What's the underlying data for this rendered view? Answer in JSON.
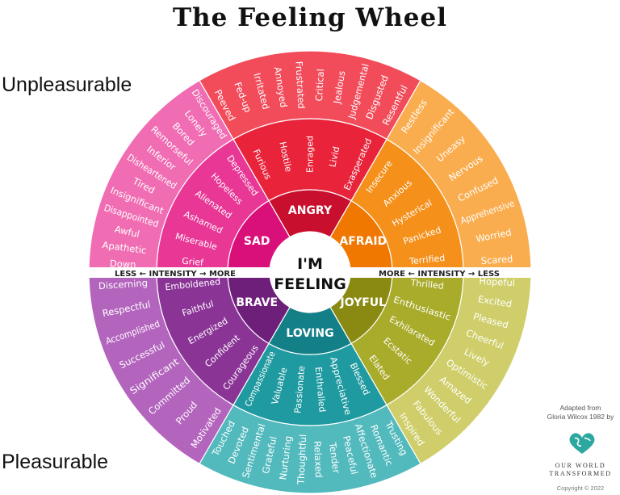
{
  "title": "The Feeling Wheel",
  "label_top": "Unpleasurable",
  "label_bottom": "Pleasurable",
  "center": [
    "I'M",
    "FEELING"
  ],
  "intensity_left": "LESS ← INTENSITY → MORE",
  "intensity_right": "MORE ← INTENSITY → LESS",
  "credit_line1": "Adapted from",
  "credit_line2": "Gloria Wilcox 1982 by",
  "brand_line1": "OUR WORLD",
  "brand_line2": "TRANSFORMED",
  "copyright": "Copyright © 2022",
  "emotions": [
    {
      "core": "ANGRY",
      "colors": [
        "#c8102e",
        "#e8233a",
        "#f24c5a"
      ],
      "middle": [
        "Furious",
        "Hostile",
        "Enraged",
        "Livid",
        "Exasperated"
      ],
      "outer": [
        "Peeved",
        "Fed-up",
        "Irritated",
        "Annoyed",
        "Frustrated",
        "Critical",
        "Jealous",
        "Judgemental",
        "Disgusted",
        "Resentful"
      ]
    },
    {
      "core": "AFRAID",
      "colors": [
        "#f07800",
        "#f5901a",
        "#f9ad4f"
      ],
      "middle": [
        "Insecure",
        "Anxious",
        "Hysterical",
        "Panicked",
        "Terrified"
      ],
      "outer": [
        "Restless",
        "Insignificant",
        "Uneasy",
        "Nervous",
        "Confused",
        "Apprehensive",
        "Worried",
        "Scared"
      ]
    },
    {
      "core": "JOYFUL",
      "colors": [
        "#8a8a12",
        "#a9ab2a",
        "#cfce6a"
      ],
      "middle": [
        "Thrilled",
        "Enthusiastic",
        "Exhilarated",
        "Ecstatic",
        "Elated"
      ],
      "outer": [
        "Hopeful",
        "Excited",
        "Pleased",
        "Cheerful",
        "Lively",
        "Optimistic",
        "Amazed",
        "Wonderful",
        "Fabulous",
        "Inspired"
      ]
    },
    {
      "core": "LOVING",
      "colors": [
        "#137f86",
        "#1f9aa0",
        "#52b9bd"
      ],
      "middle": [
        "Blessed",
        "Appreciative",
        "Enthralled",
        "Passionate",
        "Valuable",
        "Compassionate"
      ],
      "outer": [
        "Trusting",
        "Romantic",
        "Affectionate",
        "Peaceful",
        "Tender",
        "Relaxed",
        "Thoughtful",
        "Nurturing",
        "Grateful",
        "Sentimental",
        "Devoted",
        "Touched"
      ]
    },
    {
      "core": "BRAVE",
      "colors": [
        "#6e1f7a",
        "#8a3496",
        "#b364bd"
      ],
      "middle": [
        "Courageous",
        "Confident",
        "Energized",
        "Faithful",
        "Emboldened"
      ],
      "outer": [
        "Motivated",
        "Proud",
        "Committed",
        "Significant",
        "Successful",
        "Accomplished",
        "Respectful",
        "Discerning"
      ]
    },
    {
      "core": "SAD",
      "colors": [
        "#d9107a",
        "#e83795",
        "#f06db3"
      ],
      "middle": [
        "Grief",
        "Miserable",
        "Ashamed",
        "Alienated",
        "Hopeless",
        "Depressed"
      ],
      "outer": [
        "Down",
        "Apathetic",
        "Awful",
        "Disappointed",
        "Insignificant",
        "Tired",
        "Disheartened",
        "Inferior",
        "Remorseful",
        "Bored",
        "Lonely",
        "Discouraged"
      ]
    }
  ]
}
